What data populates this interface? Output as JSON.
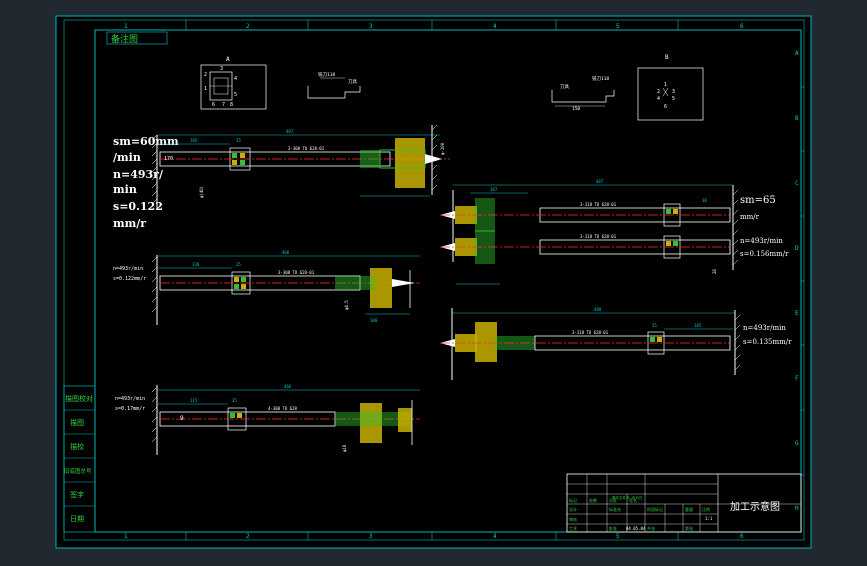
{
  "colors": {
    "background": "#212830",
    "sheet": "#000000",
    "frame": "#00b8b8",
    "dim": "#00c8c8",
    "shaft": "#ffffff",
    "center_line": "#ff3030",
    "fixture": "#c8b000",
    "clamp": "#30c030",
    "annotation_text": "#ffffff",
    "title_text": "#ffffff",
    "label_green": "#30d040"
  },
  "border": {
    "columns": [
      "1",
      "2",
      "3",
      "4",
      "5",
      "6"
    ],
    "rows": [
      "A",
      "B",
      "C",
      "D",
      "E",
      "F",
      "G",
      "H"
    ]
  },
  "top_label": "备注图",
  "view_a": {
    "label": "A",
    "digits": [
      "2",
      "3",
      "1",
      "4",
      "5",
      "6",
      "7",
      "8"
    ]
  },
  "view_b": {
    "label": "B",
    "digits": [
      "1",
      "2",
      "3",
      "4",
      "5",
      "6"
    ]
  },
  "mid_label_left": {
    "text1": "铣刀118",
    "text2": "刀具"
  },
  "mid_label_right": {
    "text1": "铣刀118",
    "text2": "刀具",
    "num": "150"
  },
  "ops": [
    {
      "params": [
        "sm=60mm",
        "/min",
        "n=493r/",
        "min",
        "s=0.122",
        "mm/r"
      ],
      "dims": [
        "487",
        "185",
        "35",
        "3-308 TO 628-01",
        "φ-100",
        "170",
        "φ(40)"
      ]
    },
    {
      "params": [
        "n=493r/min",
        "s=0.122mm/r"
      ],
      "dims": [
        "466",
        "138",
        "35",
        "3-308 TO 628-01",
        "φ4.5",
        "100"
      ]
    },
    {
      "params": [
        "n=493r/min",
        "s=0.17mm/r"
      ],
      "dims": [
        "466",
        "115",
        "35",
        "4-308 TO 628",
        "9",
        "φ18"
      ]
    },
    {
      "params": [
        "sm=65",
        "mm/r",
        "n=493r/min",
        "s=0.156mm/r"
      ],
      "dims": [
        "487",
        "187",
        "3-318 TO 628-01",
        "3-318 TO 628-01",
        "30",
        "28"
      ]
    },
    {
      "params": [
        "n=493r/min",
        "s=0.135mm/r"
      ],
      "dims": [
        "488",
        "3-318 TO 628-01",
        "35",
        "185"
      ]
    }
  ],
  "left_strip": [
    "描图校对",
    "描图",
    "描校",
    "旧底图总号",
    "签字",
    "日期"
  ],
  "title_block": {
    "title": "加工示意图",
    "sheet_no": "1:1",
    "cells": [
      "标记",
      "处数",
      "分区",
      "更改文件号",
      "签名",
      "年月日",
      "设计",
      "标准化",
      "阶段标记",
      "重量",
      "比例",
      "审核",
      "工艺",
      "批准",
      "共张",
      "第张"
    ],
    "date": "04.05.04"
  }
}
